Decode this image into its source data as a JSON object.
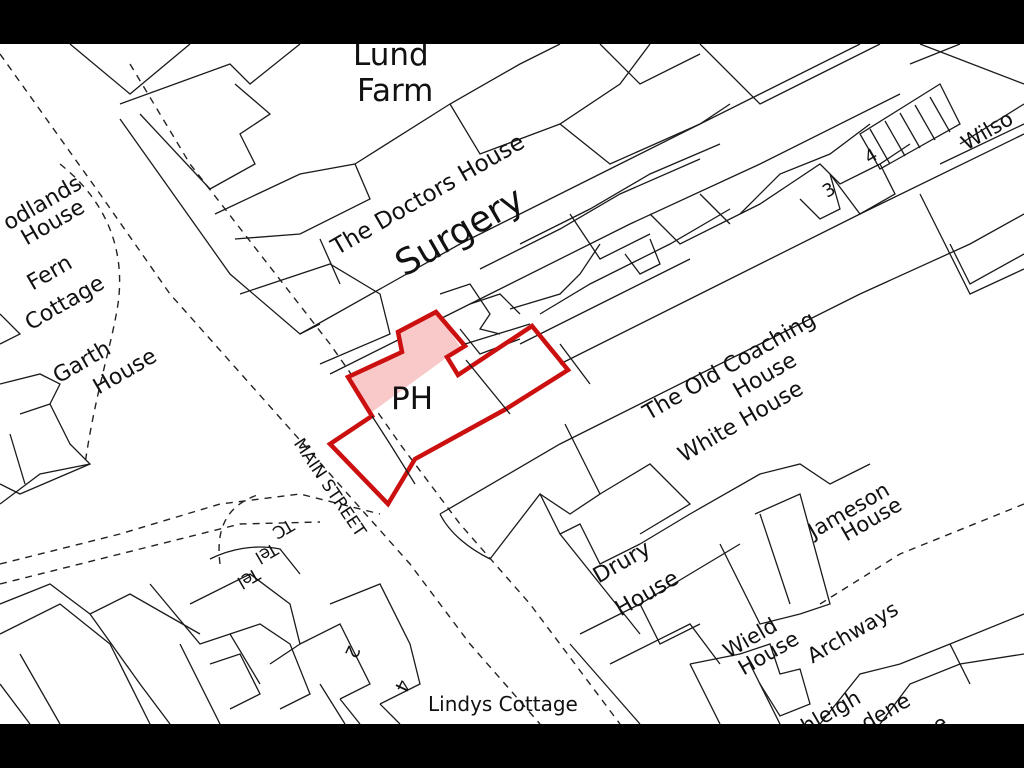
{
  "colors": {
    "site_outline": "#cc1010",
    "site_fill": "#f9c9c9",
    "background": "#ffffff",
    "letterbox": "#000000"
  },
  "labels": {
    "lund_farm_1": "Lund",
    "lund_farm_2": "Farm",
    "doctors_house": "The Doctors House",
    "surgery": "Surgery",
    "woodlands_1": "odlands",
    "woodlands_2": "House",
    "fern_1": "Fern",
    "fern_2": "Cottage",
    "garth_1": "Garth",
    "garth_2": "House",
    "ph": "PH",
    "main_street": "MAIN STREET",
    "old_coaching_1": "The Old Coaching",
    "old_coaching_2": "House",
    "white_house": "White House",
    "jameson_1": "Jameson",
    "jameson_2": "House",
    "drury_1": "Drury",
    "drury_2": "House",
    "wield_1": "Wield",
    "wield_2": "House",
    "archways": "Archways",
    "ashleigh": "Ashleigh",
    "dene": "dene",
    "lindys_cottage": "Lindys Cottage",
    "wilson": "Wilso",
    "num_3": "3",
    "num_4": "4",
    "num_2": "2",
    "num_4b": "4",
    "tel_1": "Tel",
    "tel_2": "Tel",
    "tel_3": "TC",
    "se": "se"
  }
}
